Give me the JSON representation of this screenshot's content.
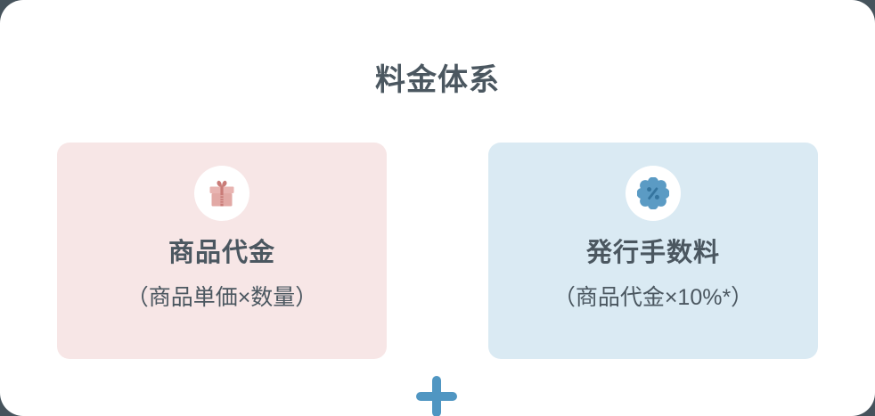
{
  "page": {
    "background_color": "#46535c",
    "panel_color": "#ffffff",
    "title": "料金体系"
  },
  "operator": {
    "symbol": "plus",
    "color": "#5096c2"
  },
  "cards": [
    {
      "id": "product-price",
      "icon": "gift-icon",
      "icon_colors": {
        "box": "#e2a9a5",
        "lid": "#e8b4b1",
        "ribbon": "#c97b77"
      },
      "background_color": "#f7e6e6",
      "heading": "商品代金",
      "subtext": "（商品単価×数量）"
    },
    {
      "id": "issue-fee",
      "icon": "percent-badge-icon",
      "icon_colors": {
        "badge": "#5b9bc4",
        "symbol": "#3a7ca8"
      },
      "background_color": "#daeaf3",
      "heading": "発行手数料",
      "subtext": "（商品代金×10%*）"
    }
  ],
  "text_color": "#4b5760"
}
